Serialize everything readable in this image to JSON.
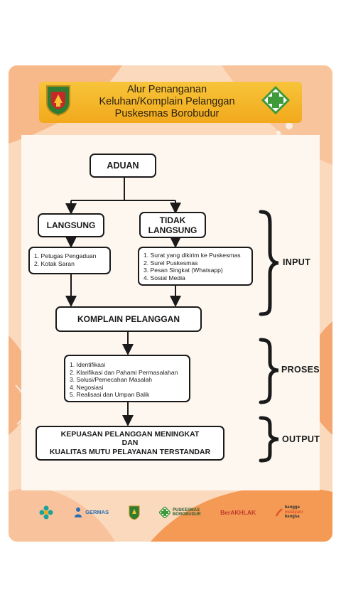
{
  "banner": {
    "title_line1": "Alur Penanganan",
    "title_line2": "Keluhan/Komplain Pelanggan",
    "title_line3": "Puskesmas Borobudur"
  },
  "flow": {
    "aduan": "ADUAN",
    "langsung": "LANGSUNG",
    "tidak_langsung_1": "TIDAK",
    "tidak_langsung_2": "LANGSUNG",
    "langsung_items": [
      "1. Petugas Pengaduan",
      "2. Kotak Saran"
    ],
    "tidak_langsung_items": [
      "1. Surat yang dikirim ke Puskesmas",
      "2. Surel Puskesmas",
      "3. Pesan Singkat (Whatsapp)",
      "4. Sosial Media"
    ],
    "komplain": "KOMPLAIN PELANGGAN",
    "proses_items": [
      "1. Identifikasi",
      "2. Klarifikasi dan Pahami Permasalahan",
      "3. Solusi/Pemecahan Masalah",
      "4. Negosiasi",
      "5. Realisasi dan  Umpan Balik"
    ],
    "output_line1": "KEPUASAN PELANGGAN MENINGKAT",
    "output_line2": "DAN",
    "output_line3": "KUALITAS MUTU PELAYANAN TERSTANDAR"
  },
  "side_labels": {
    "input": "INPUT",
    "proses": "PROSES",
    "output": "OUTPUT"
  },
  "footer": {
    "germas": "GERMAS",
    "puskesmas_1": "PUSKESMAS",
    "puskesmas_2": "BOROBUDUR",
    "berakhlak": "BerAKHLAK",
    "bangga_1": "bangga",
    "bangga_2": "melayani",
    "bangga_3": "bangsa"
  },
  "colors": {
    "card_bg": "#fbd9bd",
    "accent_orange": "#f39a4a",
    "banner_yellow": "#f4b42a",
    "panel_bg": "#fdf7ef",
    "green_logo": "#3f9a3a"
  }
}
